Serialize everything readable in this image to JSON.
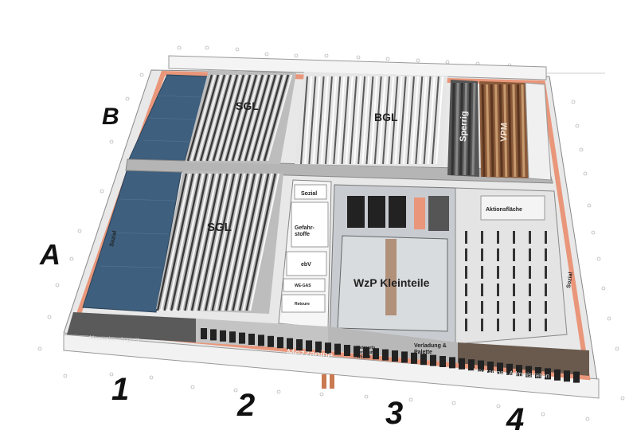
{
  "sections": {
    "row_a": "A",
    "row_b": "B",
    "col_1": "1",
    "col_2": "2",
    "col_3": "3",
    "col_4": "4"
  },
  "areas": {
    "sgl_top": "SGL",
    "sgl_bottom": "SGL",
    "bgl": "BGL",
    "sperrig": "Sperrig",
    "vpm": "VPM",
    "wzp_kleinteile": "WzP Kleinteile",
    "aktionsflaeche": "Aktionsfläche",
    "sozial_right": "Sozial",
    "sozial_left": "Sozial",
    "sozial_center": "Sozial",
    "gefahrstoffe": "Gefahr-\nstoffe",
    "ebv": "ebV",
    "wa_gas": "WE-GAS",
    "retoure": "Retoure",
    "mezzanine_logistik": "Mezzanine - Logistik",
    "mezzanine": "Mezzanine",
    "mezzanine_administration": "Mezzanine - Administration",
    "verladung": "Verladung &\nPalette",
    "netzpartner": "Netzpartn.\nverladung\nWE/WA"
  },
  "colors": {
    "floor_blue": "#3e5f7e",
    "aisle_salmon": "#e9967a",
    "wall_white": "#f4f4f4",
    "rack_dark": "#5a5a5a",
    "rack_light": "#d8d8d8",
    "vpm_brown": "#8a5a3a",
    "floor_grey": "#c8ccd0"
  }
}
